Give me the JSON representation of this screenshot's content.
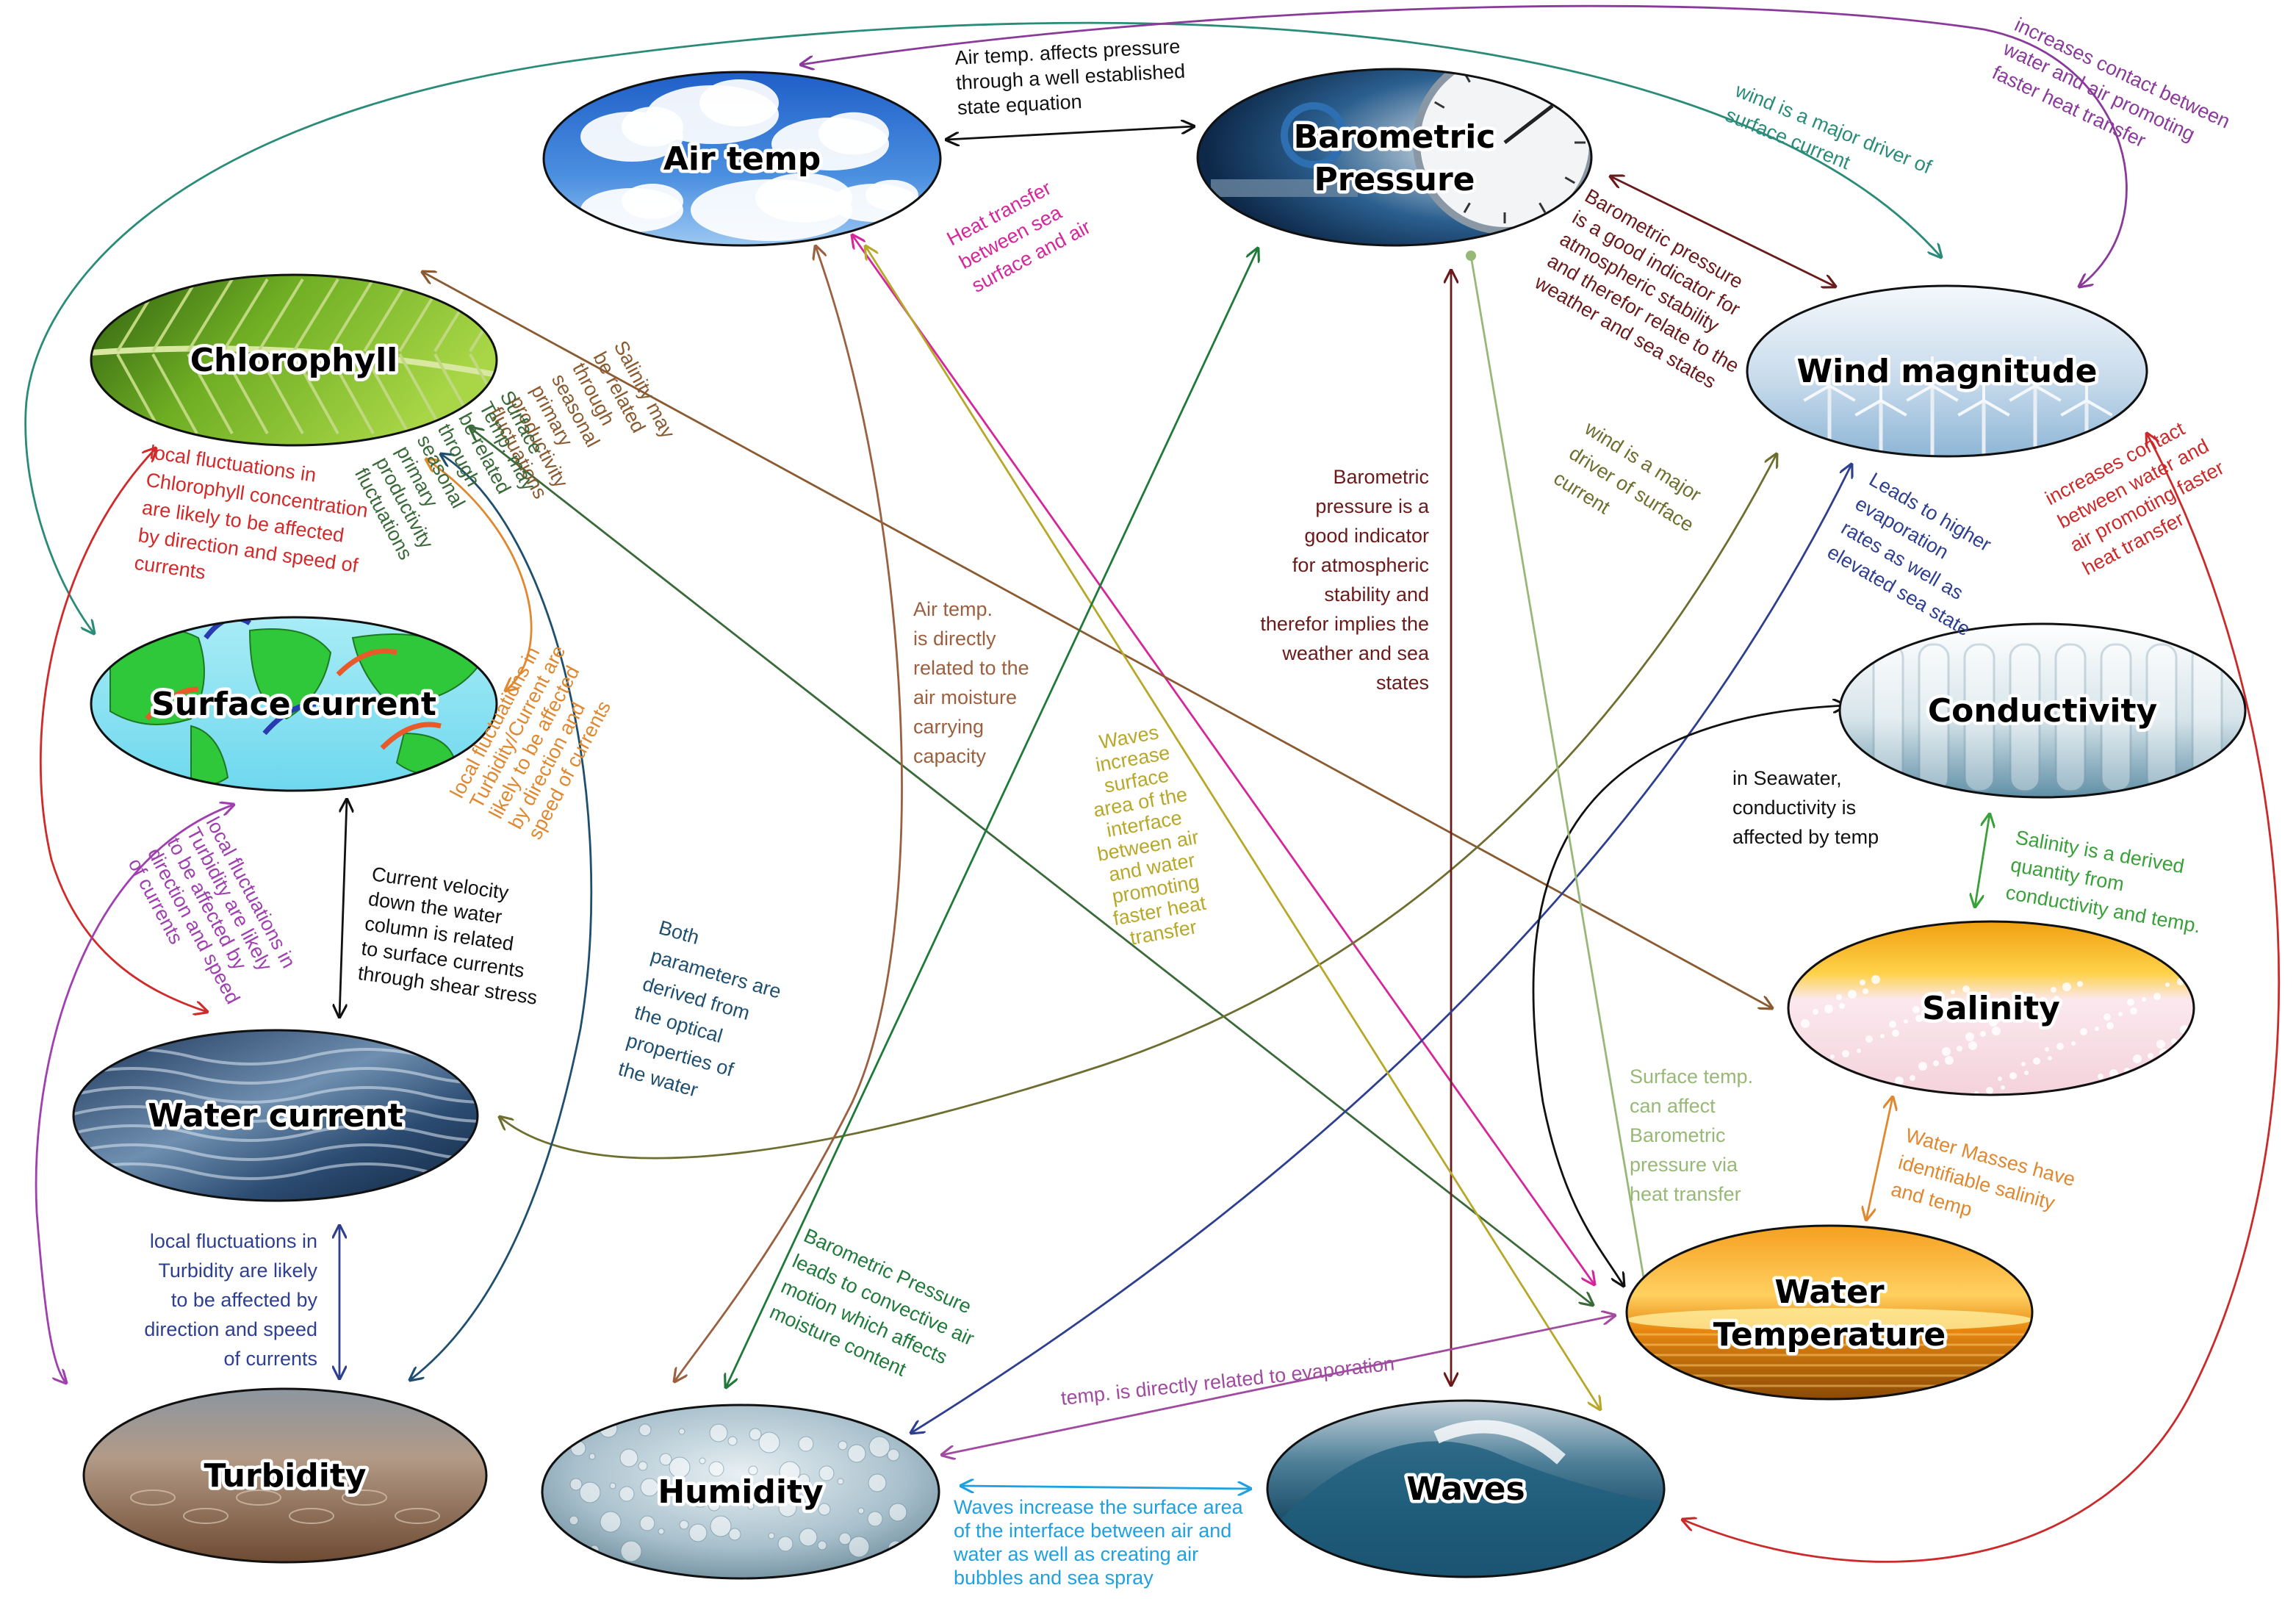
{
  "nodes": [
    {
      "id": "air-temp",
      "label": [
        "Air temp"
      ],
      "fill": "sky"
    },
    {
      "id": "barometric-pressure",
      "label": [
        "Barometric",
        "Pressure"
      ],
      "fill": "gauge"
    },
    {
      "id": "chlorophyll",
      "label": [
        "Chlorophyll"
      ],
      "fill": "leaf"
    },
    {
      "id": "wind-magnitude",
      "label": [
        "Wind magnitude"
      ],
      "fill": "windfarm"
    },
    {
      "id": "surface-current",
      "label": [
        "Surface current"
      ],
      "fill": "map"
    },
    {
      "id": "conductivity",
      "label": [
        "Conductivity"
      ],
      "fill": "tubes"
    },
    {
      "id": "salinity",
      "label": [
        "Salinity"
      ],
      "fill": "salt"
    },
    {
      "id": "water-current",
      "label": [
        "Water current"
      ],
      "fill": "sea"
    },
    {
      "id": "water-temperature",
      "label": [
        "Water",
        "Temperature"
      ],
      "fill": "sunset"
    },
    {
      "id": "turbidity",
      "label": [
        "Turbidity"
      ],
      "fill": "muddy"
    },
    {
      "id": "humidity",
      "label": [
        "Humidity"
      ],
      "fill": "droplets"
    },
    {
      "id": "waves",
      "label": [
        "Waves"
      ],
      "fill": "wave"
    }
  ],
  "edges": [
    {
      "id": "air-temp-to-pressure",
      "color": "#111111",
      "label": [
        "Air temp. affects pressure",
        "through a well established",
        "state equation"
      ]
    },
    {
      "id": "wind-to-surface-current",
      "color": "#2a8c78",
      "label": [
        "wind is a major driver of",
        "surface current"
      ]
    },
    {
      "id": "wind-contact-heat",
      "color": "#8a3a9a",
      "label": [
        "increases contact between",
        "water and air promoting",
        "faster heat transfer"
      ]
    },
    {
      "id": "heat-transfer-sea-air",
      "color": "#d6269b",
      "label": [
        "Heat transfer",
        "between sea",
        "surface and air"
      ]
    },
    {
      "id": "salinity-chlorophyll",
      "color": "#8a5a30",
      "label": [
        "Salinity may",
        "be related",
        "through",
        "seasonal",
        "primary",
        "productivity",
        "fluctuations"
      ]
    },
    {
      "id": "pressure-wind-stability",
      "color": "#6a1a1a",
      "label": [
        "Barometric pressure",
        "is a good indicator for",
        "atmospheric stability",
        "and therefor relate to the",
        "weather and sea states"
      ]
    },
    {
      "id": "surface-temp-chlorophyll",
      "color": "#3a6a3a",
      "label": [
        "Surface",
        "Temp. may",
        "be related",
        "through",
        "seasonal",
        "primary",
        "productivity",
        "fluctuations"
      ]
    },
    {
      "id": "wind-water-current",
      "color": "#6e6e30",
      "label": [
        "wind is a major",
        "driver of surface",
        "current"
      ]
    },
    {
      "id": "chlorophyll-currents",
      "color": "#d02a2a",
      "label": [
        "local fluctuations in",
        "Chlorophyll concentration",
        "are likely to be affected",
        "by direction and speed of",
        "currents"
      ]
    },
    {
      "id": "pressure-waves",
      "color": "#6a1a1a",
      "label": [
        "Barometric",
        "pressure is a",
        "good indicator",
        "for atmospheric",
        "stability and",
        "therefor implies the",
        "weather and sea",
        "states"
      ]
    },
    {
      "id": "wind-evaporation",
      "color": "#2e3f8f",
      "label": [
        "Leads to higher",
        "evaporation",
        "rates as well as",
        "elevated sea state"
      ]
    },
    {
      "id": "wind-water-temp",
      "color": "#cc2a2a",
      "label": [
        "increases contact",
        "between water and",
        "air promoting faster",
        "heat transfer"
      ]
    },
    {
      "id": "air-temp-humidity",
      "color": "#9a6040",
      "label": [
        "Air temp.",
        "is directly",
        "related to the",
        "air moisture",
        "carrying",
        "capacity"
      ]
    },
    {
      "id": "turbidity-surface-current",
      "color": "#e08830",
      "label": [
        "local fluctuations in",
        "Turbidity/Current are",
        "likely to be affected",
        "by direction and",
        "speed of currents"
      ]
    },
    {
      "id": "turbidity-currents-purple",
      "color": "#a040b0",
      "label": [
        "local fluctuations in",
        "Turbidity are likely",
        "to be affected by",
        "direction and speed",
        "of currents"
      ]
    },
    {
      "id": "conductivity-temp",
      "color": "#111111",
      "label": [
        "in Seawater,",
        "conductivity is",
        "affected by temp"
      ]
    },
    {
      "id": "waves-air-temp",
      "color": "#b8a82a",
      "label": [
        "Waves",
        "increase",
        "surface",
        "area of the",
        "interface",
        "between air",
        "and water",
        "promoting",
        "faster heat",
        "transfer"
      ]
    },
    {
      "id": "optical-properties",
      "color": "#1f4f6f",
      "label": [
        "Both",
        "parameters are",
        "derived from",
        "the optical",
        "properties of",
        "the water"
      ]
    },
    {
      "id": "shear-stress",
      "color": "#111111",
      "label": [
        "Current velocity",
        "down the water",
        "column is related",
        "to surface currents",
        "through shear stress"
      ]
    },
    {
      "id": "salinity-derived",
      "color": "#3aa03a",
      "label": [
        "Salinity is a derived",
        "quantity from",
        "conductivity and temp."
      ]
    },
    {
      "id": "water-masses",
      "color": "#e08830",
      "label": [
        "Water Masses have",
        "identifiable salinity",
        "and temp"
      ]
    },
    {
      "id": "surface-temp-pressure",
      "color": "#98b878",
      "label": [
        "Surface temp.",
        "can affect",
        "Barometric",
        "pressure via",
        "heat transfer"
      ]
    },
    {
      "id": "turbidity-currents-blue",
      "color": "#2e3f8f",
      "label": [
        "local fluctuations in",
        "Turbidity are likely",
        "to be affected by",
        "direction and speed",
        "of currents"
      ]
    },
    {
      "id": "pressure-humidity",
      "color": "#1f7a3a",
      "label": [
        "Barometric Pressure",
        "leads to convective air",
        "motion which affects",
        "moisture content"
      ]
    },
    {
      "id": "temp-evaporation",
      "color": "#a04aa0",
      "label": [
        "temp. is directly related to evaporation"
      ]
    },
    {
      "id": "waves-humidity",
      "color": "#1fa0e0",
      "label": [
        "Waves increase the surface area",
        "of the interface between air and",
        "water as well as creating air",
        "bubbles and sea spray"
      ]
    }
  ]
}
